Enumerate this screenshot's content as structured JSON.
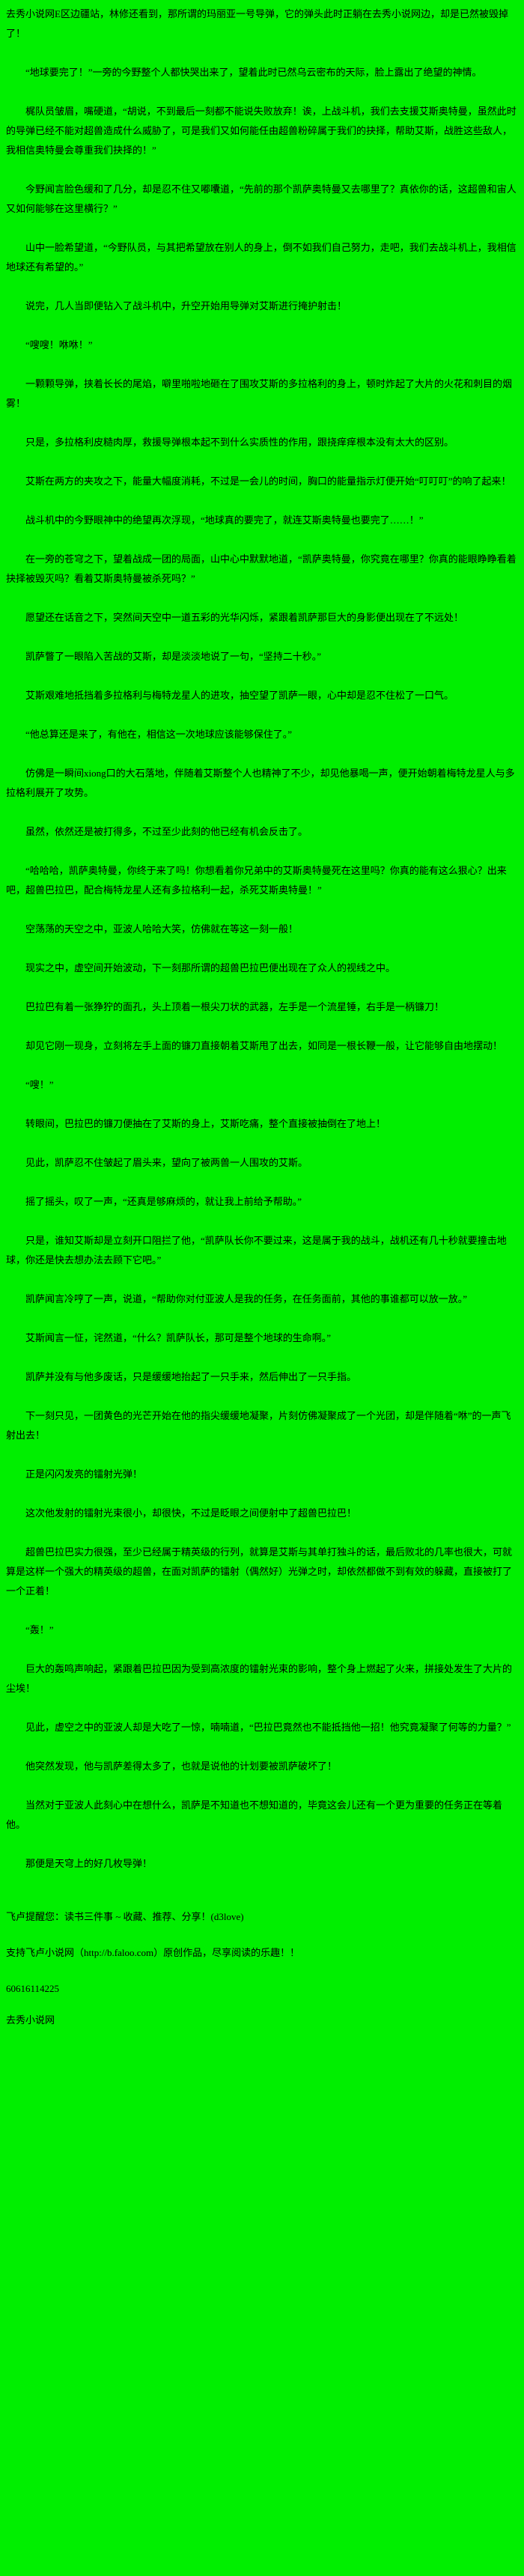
{
  "page": {
    "site_name": "去秀小说网",
    "background_color": "#00ef00",
    "text_color": "#000000"
  },
  "content": {
    "paragraphs": [
      "去秀小说网E区边疆站，林修还看到，那所谓的玛丽亚一号导弹，它的弹头此时正躺在去秀小说网边，却是已然被毁掉了！",
      "“地球要完了！”一旁的今野整个人都快哭出来了，望着此时已然乌云密布的天际，脸上露出了绝望的神情。",
      "梶队员皱眉，嘴硬道，“胡说，不到最后一刻都不能说失败放弃！诶，上战斗机，我们去支援艾斯奥特曼，虽然此时的导弹已经不能对超兽造成什么威胁了，可是我们又如何能任由超兽粉碎属于我们的抉择，帮助艾斯，战胜这些敌人，我相信奥特曼会尊重我们抉择的！”",
      "今野闻言脸色缓和了几分，却是忍不住又嘟囔道，“先前的那个凯萨奥特曼又去哪里了？真依你的话，这超兽和宙人又如何能够在这里横行？”",
      "山中一脸希望道，“今野队员，与其把希望放在别人的身上，倒不如我们自己努力，走吧，我们去战斗机上，我相信地球还有希望的。”",
      "说完，几人当即便钻入了战斗机中，升空开始用导弹对艾斯进行掩护射击！",
      "“嗖嗖！咻咻！”",
      "一颗颗导弹，挟着长长的尾焰，噼里啪啦地砸在了围攻艾斯的多拉格利的身上，顿时炸起了大片的火花和刺目的烟雾！",
      "只是，多拉格利皮糙肉厚，救援导弹根本起不到什么实质性的作用，跟挠痒痒根本没有太大的区别。",
      "艾斯在两方的夹攻之下，能量大幅度消耗，不过是一会儿的时间，胸口的能量指示灯便开始“叮叮叮”的响了起来！",
      "战斗机中的今野眼神中的绝望再次浮现，“地球真的要完了，就连艾斯奥特曼也要完了……！”",
      "在一旁的苍穹之下，望着战成一团的局面，山中心中默默地道，“凯萨奥特曼，你究竟在哪里？你真的能眼睁睁看着抉择被毁灭吗？看着艾斯奥特曼被杀死吗？”",
      "愿望还在话音之下，突然间天空中一道五彩的光华闪烁，紧跟着凯萨那巨大的身影便出现在了不远处！",
      "凯萨瞥了一眼陷入苦战的艾斯，却是淡淡地说了一句，“坚持二十秒。”",
      "艾斯艰难地抵挡着多拉格利与梅特龙星人的进攻，抽空望了凯萨一眼，心中却是忍不住松了一口气。",
      "“他总算还是来了，有他在，相信这一次地球应该能够保住了。”",
      "仿佛是一瞬间xiong口的大石落地，伴随着艾斯整个人也精神了不少，却见他暴喝一声，便开始朝着梅特龙星人与多拉格利展开了攻势。",
      "虽然，依然还是被打得多，不过至少此刻的他已经有机会反击了。",
      "“哈哈哈，凯萨奥特曼，你终于来了吗！你想看着你兄弟中的艾斯奥特曼死在这里吗？你真的能有这么狠心？出来吧，超兽巴拉巴，配合梅特龙星人还有多拉格利一起，杀死艾斯奥特曼！”",
      "空荡荡的天空之中，亚波人哈哈大笑，仿佛就在等这一刻一般！",
      "现实之中，虚空间开始波动，下一刻那所谓的超兽巴拉巴便出现在了众人的视线之中。",
      "巴拉巴有着一张狰狞的面孔，头上顶着一根尖刀状的武器，左手是一个流星锤，右手是一柄镰刀！",
      "却见它刚一现身，立刻将左手上面的镰刀直接朝着艾斯甩了出去，如同是一根长鞭一般，让它能够自由地摆动！",
      "“嗖！”",
      "转眼间，巴拉巴的镰刀便抽在了艾斯的身上，艾斯吃痛，整个直接被抽倒在了地上！",
      "见此，凯萨忍不住皱起了眉头来，望向了被两兽一人围攻的艾斯。",
      "摇了摇头，叹了一声，“还真是够麻烦的，就让我上前给予帮助。”",
      "只是，谁知艾斯却是立刻开口阻拦了他，“凯萨队长你不要过来，这是属于我的战斗，战机还有几十秒就要撞击地球，你还是快去想办法去顾下它吧。”",
      "凯萨闻言冷哼了一声，说道，“帮助你对付亚波人是我的任务，在任务面前，其他的事谁都可以放一放。”",
      "艾斯闻言一怔，诧然道，“什么？凯萨队长，那可是整个地球的生命啊。”",
      "凯萨并没有与他多废话，只是缓缓地抬起了一只手来，然后伸出了一只手指。",
      "下一刻只见，一团黄色的光芒开始在他的指尖缓缓地凝聚，片刻仿佛凝聚成了一个光团，却是伴随着“咻”的一声飞射出去！",
      "正是闪闪发亮的镭射光弹！",
      "这次他发射的镭射光束很小，却很快，不过是眨眼之间便射中了超兽巴拉巴！",
      "超兽巴拉巴实力很强，至少已经属于精英级的行列，就算是艾斯与其单打独斗的话，最后败北的几率也很大，可就算是这样一个强大的精英级的超兽，在面对凯萨的镭射（偶然好）光弹之时，却依然都做不到有效的躲藏，直接被打了一个正着！",
      "“轰！”",
      "巨大的轰鸣声响起，紧跟着巴拉巴因为受到高浓度的镭射光束的影响，整个身上燃起了火来，拼接处发生了大片的尘埃！",
      "见此，虚空之中的亚波人却是大吃了一惊，喃喃道，“巴拉巴竟然也不能抵挡他一招！他究竟凝聚了何等的力量？”",
      "他突然发现，他与凯萨差得太多了，也就是说他的计划要被凯萨破坏了！",
      "当然对于亚波人此刻心中在想什么，凯萨是不知道也不想知道的，毕竟这会儿还有一个更为重要的任务正在等着他。",
      "那便是天穹上的好几枚导弹！"
    ]
  },
  "footer": {
    "reminder": "飞卢提醒您：读书三件事 ~ 收藏、推荐、分享！(d3love)",
    "support": "支持飞卢小说网（http://b.faloo.com）原创作品，尽享阅读的乐趣！！",
    "code": "60616114225",
    "site_name": "去秀小说网"
  }
}
